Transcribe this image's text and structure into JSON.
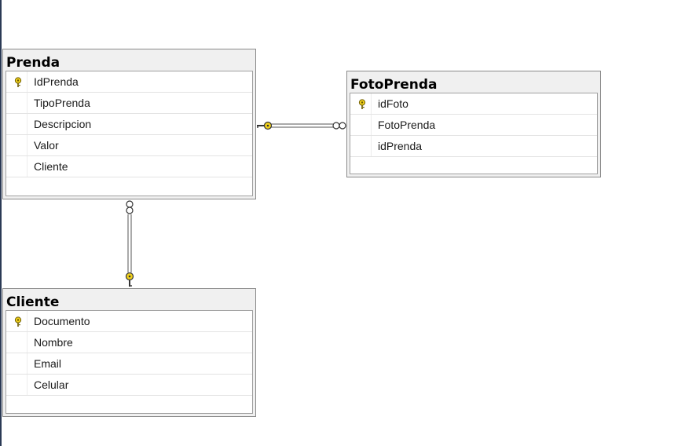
{
  "tables": {
    "prenda": {
      "title": "Prenda",
      "columns": [
        {
          "name": "IdPrenda",
          "key": true
        },
        {
          "name": "TipoPrenda",
          "key": false
        },
        {
          "name": "Descripcion",
          "key": false
        },
        {
          "name": "Valor",
          "key": false
        },
        {
          "name": "Cliente",
          "key": false
        }
      ]
    },
    "fotoprenda": {
      "title": "FotoPrenda",
      "columns": [
        {
          "name": "idFoto",
          "key": true
        },
        {
          "name": "FotoPrenda",
          "key": false
        },
        {
          "name": "idPrenda",
          "key": false
        }
      ]
    },
    "cliente": {
      "title": "Cliente",
      "columns": [
        {
          "name": "Documento",
          "key": true
        },
        {
          "name": "Nombre",
          "key": false
        },
        {
          "name": "Email",
          "key": false
        },
        {
          "name": "Celular",
          "key": false
        }
      ]
    }
  },
  "relationships": [
    {
      "from": "fotoprenda",
      "to": "prenda",
      "type": "many-to-one"
    },
    {
      "from": "prenda",
      "to": "cliente",
      "type": "many-to-one"
    }
  ],
  "colors": {
    "key_icon": "#f2d21c",
    "table_header": "#f0f0f0",
    "table_border": "#8a8a8a",
    "left_border": "#2b3a55"
  }
}
